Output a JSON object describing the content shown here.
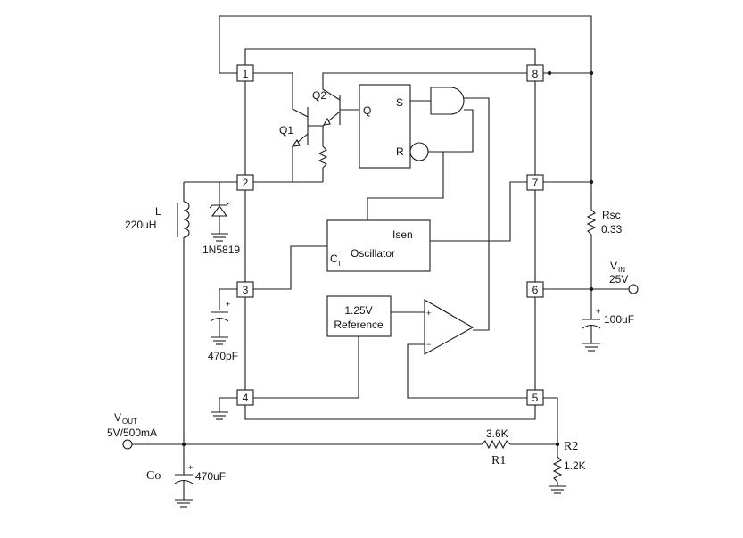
{
  "pins": [
    "1",
    "2",
    "3",
    "4",
    "5",
    "6",
    "7",
    "8"
  ],
  "blocks": {
    "flipflop": {
      "s": "S",
      "q": "Q",
      "r": "R"
    },
    "oscillator": {
      "isen": "Isen",
      "ct_main": "C",
      "ct_sub": "T",
      "name": "Oscillator"
    },
    "reference": {
      "line1": "1.25V",
      "line2": "Reference"
    },
    "comparator": {
      "plus": "+",
      "minus": "−"
    }
  },
  "transistors": {
    "q1": "Q1",
    "q2": "Q2"
  },
  "components": {
    "inductor": {
      "name": "L",
      "value": "220uH"
    },
    "diode": {
      "part": "1N5819"
    },
    "ct_cap": {
      "value": "470pF",
      "polarity": "+"
    },
    "rsc": {
      "name": "Rsc",
      "value": "0.33"
    },
    "vin_cap": {
      "value": "100uF",
      "polarity": "+"
    },
    "co": {
      "name": "Co",
      "value": "470uF",
      "polarity": "+"
    },
    "r1": {
      "name": "R1",
      "value": "3.6K"
    },
    "r2": {
      "name": "R2",
      "value": "1.2K"
    }
  },
  "terminals": {
    "vin": {
      "main": "V",
      "sub": "IN",
      "value": "25V"
    },
    "vout": {
      "main": "V",
      "sub": "OUT",
      "value": "5V/500mA"
    }
  }
}
